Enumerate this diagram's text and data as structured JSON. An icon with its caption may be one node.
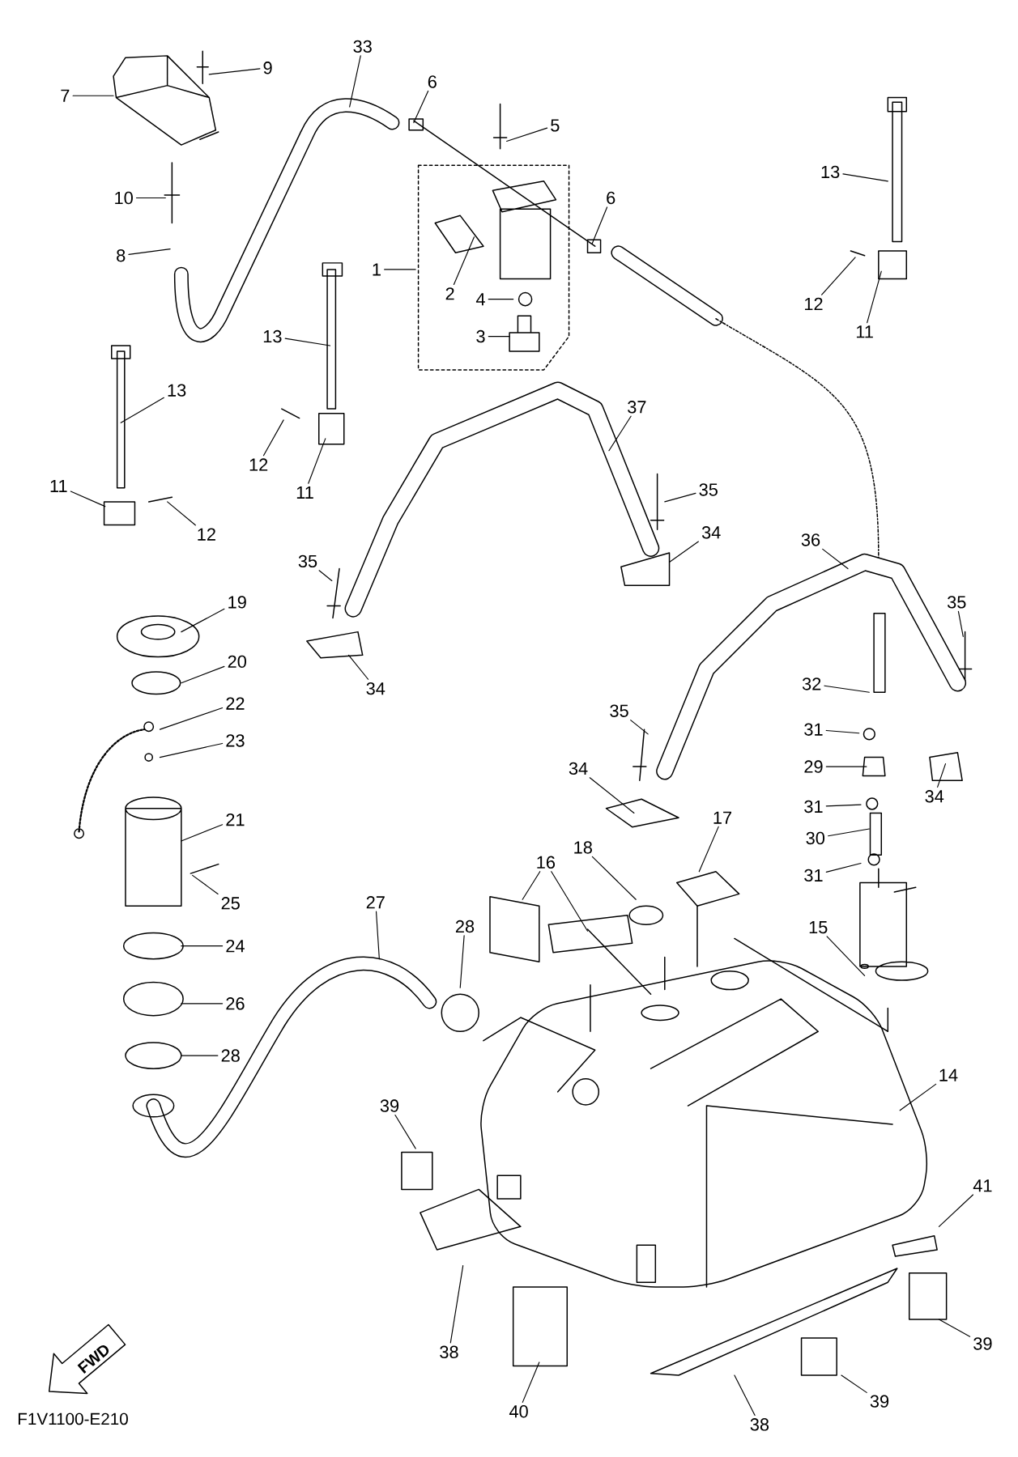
{
  "diagram": {
    "nodes": [
      {
        "text": [
          "1"
        ]
      },
      {
        "text": [
          "2"
        ]
      },
      {
        "text": [
          "3"
        ]
      },
      {
        "text": [
          "4"
        ]
      },
      {
        "text": [
          "5"
        ]
      },
      {
        "text": [
          "6"
        ]
      },
      {
        "text": [
          "6"
        ]
      },
      {
        "text": [
          "7"
        ]
      },
      {
        "text": [
          "8"
        ]
      },
      {
        "text": [
          "9"
        ]
      },
      {
        "text": [
          "10"
        ]
      },
      {
        "text": [
          "11"
        ]
      },
      {
        "text": [
          "11"
        ]
      },
      {
        "text": [
          "11"
        ]
      },
      {
        "text": [
          "12"
        ]
      },
      {
        "text": [
          "12"
        ]
      },
      {
        "text": [
          "12"
        ]
      },
      {
        "text": [
          "13"
        ]
      },
      {
        "text": [
          "13"
        ]
      },
      {
        "text": [
          "13"
        ]
      },
      {
        "text": [
          "14"
        ]
      },
      {
        "text": [
          "15"
        ]
      },
      {
        "text": [
          "16"
        ]
      },
      {
        "text": [
          "17"
        ]
      },
      {
        "text": [
          "18"
        ]
      },
      {
        "text": [
          "19"
        ]
      },
      {
        "text": [
          "20"
        ]
      },
      {
        "text": [
          "21"
        ]
      },
      {
        "text": [
          "22"
        ]
      },
      {
        "text": [
          "23"
        ]
      },
      {
        "text": [
          "24"
        ]
      },
      {
        "text": [
          "25"
        ]
      },
      {
        "text": [
          "26"
        ]
      },
      {
        "text": [
          "27"
        ]
      },
      {
        "text": [
          "28"
        ]
      },
      {
        "text": [
          "28"
        ]
      },
      {
        "text": [
          "29"
        ]
      },
      {
        "text": [
          "30"
        ]
      },
      {
        "text": [
          "31"
        ]
      },
      {
        "text": [
          "31"
        ]
      },
      {
        "text": [
          "31"
        ]
      },
      {
        "text": [
          "32"
        ]
      },
      {
        "text": [
          "33"
        ]
      },
      {
        "text": [
          "34"
        ]
      },
      {
        "text": [
          "34"
        ]
      },
      {
        "text": [
          "34"
        ]
      },
      {
        "text": [
          "34"
        ]
      },
      {
        "text": [
          "35"
        ]
      },
      {
        "text": [
          "35"
        ]
      },
      {
        "text": [
          "35"
        ]
      },
      {
        "text": [
          "35"
        ]
      },
      {
        "text": [
          "36"
        ]
      },
      {
        "text": [
          "37"
        ]
      },
      {
        "text": [
          "38"
        ]
      },
      {
        "text": [
          "38"
        ]
      },
      {
        "text": [
          "39"
        ]
      },
      {
        "text": [
          "39"
        ]
      },
      {
        "text": [
          "39"
        ]
      },
      {
        "text": [
          "40"
        ]
      },
      {
        "text": [
          "41"
        ]
      },
      {
        "text": [
          "FWD"
        ]
      }
    ],
    "edges": [
      {
        "from": 0,
        "to": null,
        "arrow": "none"
      },
      {
        "from": 1,
        "to": null,
        "arrow": "none"
      },
      {
        "from": 2,
        "to": null,
        "arrow": "none"
      },
      {
        "from": 3,
        "to": null,
        "arrow": "none"
      },
      {
        "from": 4,
        "to": null,
        "arrow": "none"
      },
      {
        "from": 5,
        "to": null,
        "arrow": "none"
      },
      {
        "from": 6,
        "to": null,
        "arrow": "none"
      },
      {
        "from": 7,
        "to": null,
        "arrow": "none"
      },
      {
        "from": 8,
        "to": null,
        "arrow": "none"
      },
      {
        "from": 9,
        "to": null,
        "arrow": "none"
      },
      {
        "from": 10,
        "to": null,
        "arrow": "none"
      },
      {
        "from": 11,
        "to": null,
        "arrow": "none"
      },
      {
        "from": 12,
        "to": null,
        "arrow": "none"
      },
      {
        "from": 13,
        "to": null,
        "arrow": "none"
      },
      {
        "from": 14,
        "to": null,
        "arrow": "none"
      },
      {
        "from": 15,
        "to": null,
        "arrow": "none"
      },
      {
        "from": 16,
        "to": null,
        "arrow": "none"
      },
      {
        "from": 17,
        "to": null,
        "arrow": "none"
      },
      {
        "from": 18,
        "to": null,
        "arrow": "none"
      },
      {
        "from": 19,
        "to": null,
        "arrow": "none"
      },
      {
        "from": 20,
        "to": null,
        "arrow": "none"
      },
      {
        "from": 21,
        "to": null,
        "arrow": "none"
      },
      {
        "from": 22,
        "to": null,
        "arrow": "none"
      },
      {
        "from": 22,
        "to": null,
        "arrow": "none"
      },
      {
        "from": 23,
        "to": null,
        "arrow": "none"
      },
      {
        "from": 24,
        "to": null,
        "arrow": "none"
      },
      {
        "from": 25,
        "to": null,
        "arrow": "none"
      },
      {
        "from": 26,
        "to": null,
        "arrow": "none"
      },
      {
        "from": 27,
        "to": null,
        "arrow": "none"
      },
      {
        "from": 28,
        "to": null,
        "arrow": "none"
      },
      {
        "from": 29,
        "to": null,
        "arrow": "none"
      },
      {
        "from": 30,
        "to": null,
        "arrow": "none"
      },
      {
        "from": 31,
        "to": null,
        "arrow": "none"
      },
      {
        "from": 32,
        "to": null,
        "arrow": "none"
      },
      {
        "from": 33,
        "to": null,
        "arrow": "none"
      },
      {
        "from": 34,
        "to": null,
        "arrow": "none"
      },
      {
        "from": 35,
        "to": null,
        "arrow": "none"
      },
      {
        "from": 36,
        "to": null,
        "arrow": "none"
      },
      {
        "from": 37,
        "to": null,
        "arrow": "none"
      },
      {
        "from": 38,
        "to": null,
        "arrow": "none"
      },
      {
        "from": 39,
        "to": null,
        "arrow": "none"
      },
      {
        "from": 40,
        "to": null,
        "arrow": "none"
      },
      {
        "from": 41,
        "to": null,
        "arrow": "none"
      },
      {
        "from": 42,
        "to": null,
        "arrow": "none"
      },
      {
        "from": 43,
        "to": null,
        "arrow": "none"
      },
      {
        "from": 44,
        "to": null,
        "arrow": "none"
      },
      {
        "from": 45,
        "to": null,
        "arrow": "none"
      },
      {
        "from": 46,
        "to": null,
        "arrow": "none"
      },
      {
        "from": 47,
        "to": null,
        "arrow": "none"
      },
      {
        "from": 48,
        "to": null,
        "arrow": "none"
      },
      {
        "from": 49,
        "to": null,
        "arrow": "none"
      },
      {
        "from": 50,
        "to": null,
        "arrow": "none"
      },
      {
        "from": 51,
        "to": null,
        "arrow": "none"
      },
      {
        "from": 52,
        "to": null,
        "arrow": "none"
      },
      {
        "from": 53,
        "to": null,
        "arrow": "none"
      },
      {
        "from": 54,
        "to": null,
        "arrow": "none"
      },
      {
        "from": 55,
        "to": null,
        "arrow": "none"
      },
      {
        "from": 56,
        "to": null,
        "arrow": "none"
      },
      {
        "from": 57,
        "to": null,
        "arrow": "none"
      },
      {
        "from": 58,
        "to": null,
        "arrow": "none"
      },
      {
        "from": 59,
        "to": null,
        "arrow": "none"
      }
    ],
    "labels": [
      "F1V1100-E210"
    ]
  }
}
